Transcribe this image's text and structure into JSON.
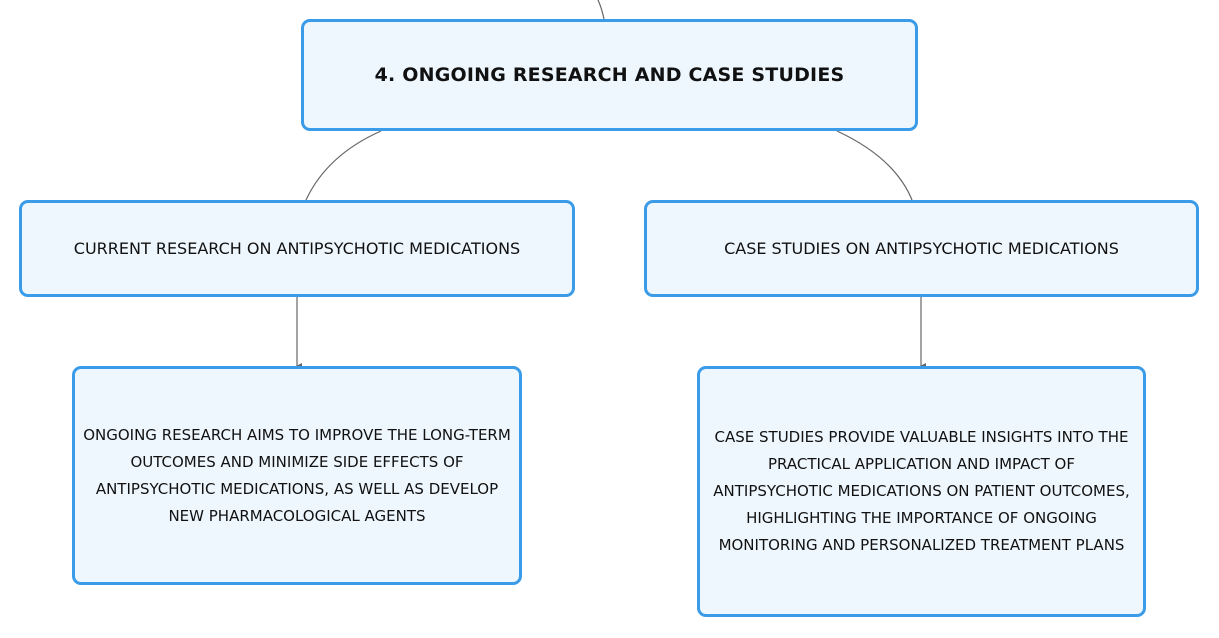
{
  "colors": {
    "node_fill": "#eef7fe",
    "node_border": "#3a9be8",
    "connector": "#666666",
    "text": "#111111"
  },
  "nodes": {
    "root": {
      "label": "4. ONGOING RESEARCH AND CASE STUDIES"
    },
    "current_research": {
      "label": "CURRENT RESEARCH ON ANTIPSYCHOTIC MEDICATIONS"
    },
    "case_studies": {
      "label": "CASE STUDIES ON ANTIPSYCHOTIC MEDICATIONS"
    },
    "current_research_detail": {
      "text": "ONGOING RESEARCH AIMS TO IMPROVE THE LONG-TERM OUTCOMES AND MINIMIZE SIDE EFFECTS OF ANTIPSYCHOTIC MEDICATIONS, AS WELL AS DEVELOP NEW PHARMACOLOGICAL AGENTS"
    },
    "case_studies_detail": {
      "text": "CASE STUDIES PROVIDE VALUABLE INSIGHTS INTO THE PRACTICAL APPLICATION AND IMPACT OF ANTIPSYCHOTIC MEDICATIONS ON PATIENT OUTCOMES, HIGHLIGHTING THE IMPORTANCE OF ONGOING MONITORING AND PERSONALIZED TREATMENT PLANS"
    }
  },
  "edges": [
    {
      "from": "parent",
      "to": "root"
    },
    {
      "from": "root",
      "to": "current_research"
    },
    {
      "from": "root",
      "to": "case_studies"
    },
    {
      "from": "current_research",
      "to": "current_research_detail"
    },
    {
      "from": "case_studies",
      "to": "case_studies_detail"
    }
  ]
}
